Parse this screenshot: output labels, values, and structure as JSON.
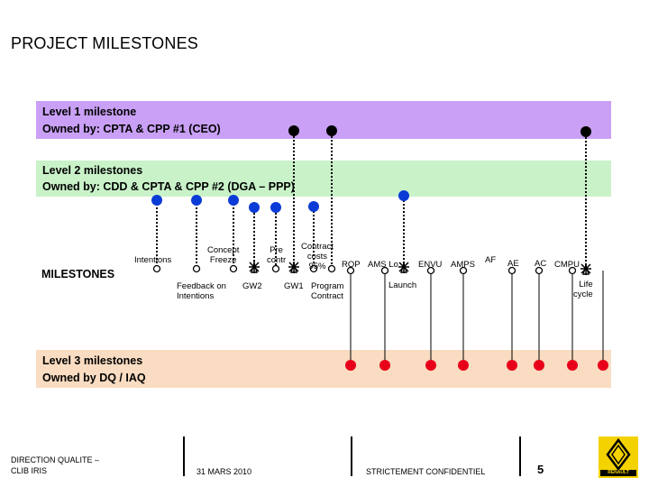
{
  "title": "PROJECT MILESTONES",
  "level1": {
    "line1": "Level 1 milestone",
    "line2": "Owned by: CPTA & CPP #1 (CEO)"
  },
  "level2": {
    "line1": "Level 2 milestones",
    "line2": "Owned by: CDD & CPTA & CPP #2 (DGA – PPP)"
  },
  "level3": {
    "line1": "Level 3 milestones",
    "line2": "Owned by DQ / IAQ"
  },
  "milestones_label": "MILESTONES",
  "upper_labels": {
    "intentions": "Intentions",
    "concept_freeze": "Concept\nFreeze",
    "pre_contr": "Pre\ncontr",
    "contract_costs": "Contract\ncosts\n95%",
    "rop": "ROP",
    "ams_lo": "AMS Lo",
    "envu": "ENVU",
    "amps": "AMPS",
    "af": "AF",
    "ae": "AE",
    "ac": "AC",
    "cmpu": "CMPU"
  },
  "lower_labels": {
    "feedback": "Feedback on\nIntentions",
    "gw2": "GW2",
    "gw1": "GW1",
    "program_contract": "Program\nContract",
    "launch": "Launch",
    "life_cycle": "Life\ncycle"
  },
  "colors": {
    "level1_band": "#c9a0f5",
    "level2_band": "#c9f2c9",
    "level3_band": "#f9dcc1",
    "level1_dot": "#000000",
    "level2_dot": "#0b3bd6",
    "level3_dot": "#e8001a"
  },
  "footer": {
    "org": "DIRECTION QUALITE –\nCLIB IRIS",
    "date": "31 MARS 2010",
    "confidential": "STRICTEMENT CONFIDENTIEL",
    "page": "5",
    "logo_text": "RENAULT"
  }
}
